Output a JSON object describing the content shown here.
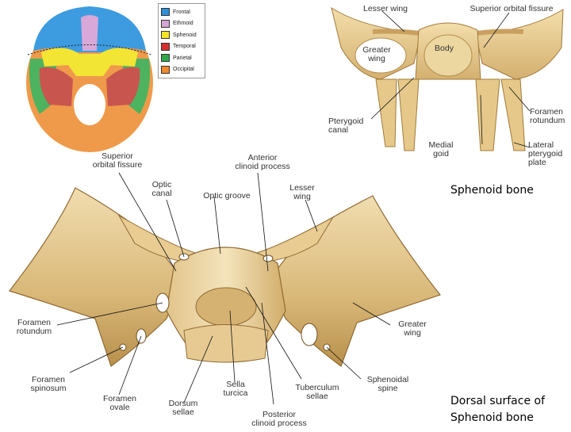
{
  "skull_legend": {
    "items": [
      {
        "label": "Frontal",
        "color": "#2f8fd8"
      },
      {
        "label": "Ethmoid",
        "color": "#d6a5d6"
      },
      {
        "label": "Sphenoid",
        "color": "#f4e526"
      },
      {
        "label": "Temporal",
        "color": "#d8302f"
      },
      {
        "label": "Parietal",
        "color": "#2fa84a"
      },
      {
        "label": "Occipital",
        "color": "#ef8a2c"
      }
    ]
  },
  "top_diagram": {
    "labels": {
      "lesser_wing": "Lesser wing",
      "superior_orbital_fissure": "Superior orbital fissure",
      "greater_wing": "Greater\nwing",
      "body": "Body",
      "pterygoid_canal": "Pterygoid\ncanal",
      "foramen_rotundum": "Foramen\nrotundum",
      "medial_plate": "Medial\ngoid",
      "lateral_pterygoid_plate": "Lateral\npterygoid\nplate"
    }
  },
  "main_diagram": {
    "labels": {
      "superior_orbital_fissure": "Superior\norbital fissure",
      "anterior_clinoid_process": "Anterior\nclinoid process",
      "optic_canal": "Optic\ncanal",
      "optic_groove": "Optic groove",
      "lesser_wing": "Lesser\nwing",
      "foramen_rotundum": "Foramen\nrotundum",
      "greater_wing": "Greater\nwing",
      "foramen_spinosum": "Foramen\nspinosum",
      "foramen_ovale": "Foramen\novale",
      "dorsum_sellae": "Dorsum\nsellae",
      "sella_turcica": "Sella\nturcica",
      "tuberculum_sellae": "Tuberculum\nsellae",
      "sphenoidal_spine": "Sphenoidal\nspine",
      "posterior_clinoid_process": "Posterior\nclinoid process"
    }
  },
  "captions": {
    "sphenoid_bone": "Sphenoid bone",
    "dorsal_surface": "Dorsal surface of\nSphenoid bone"
  }
}
